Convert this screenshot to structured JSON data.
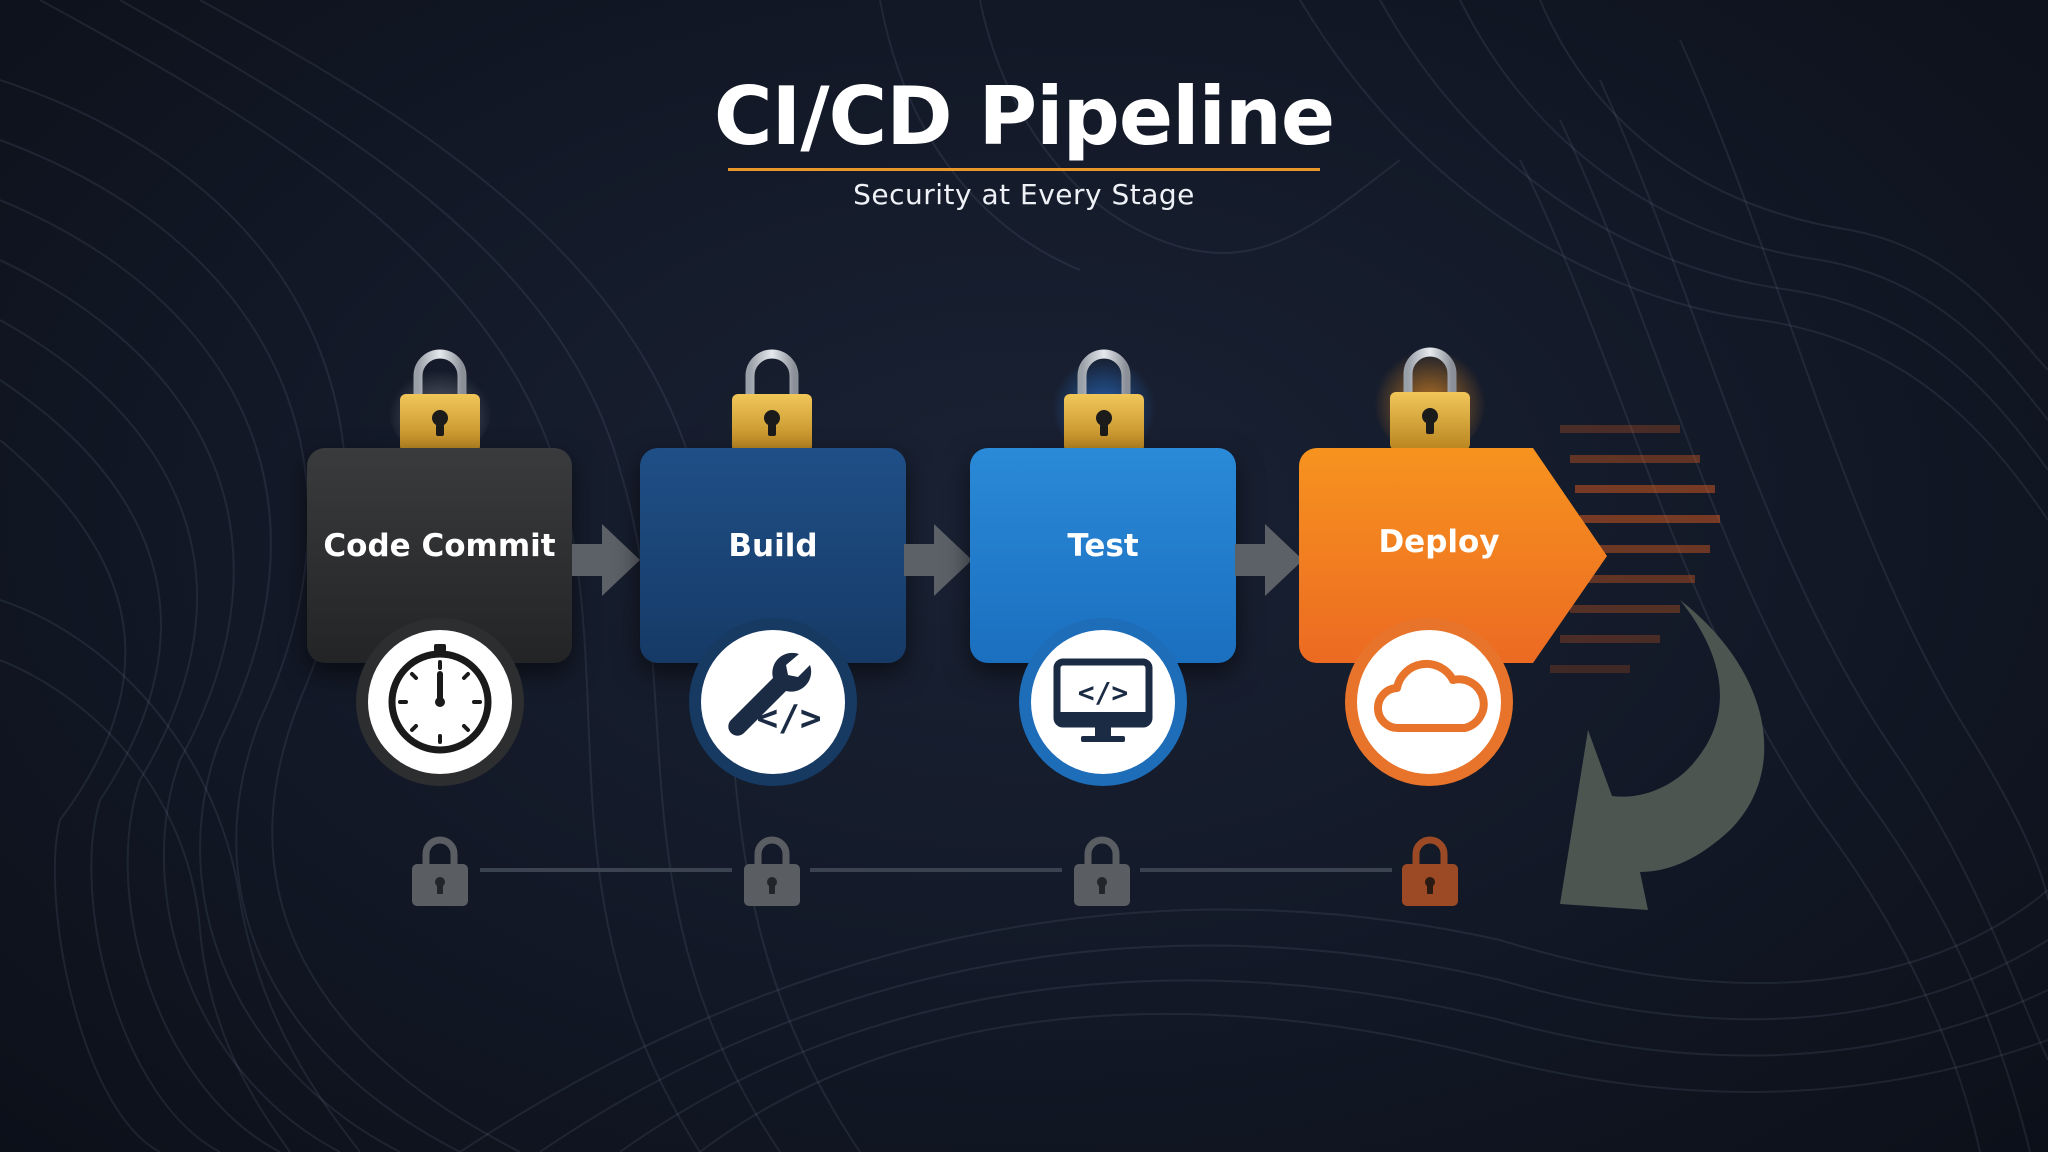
{
  "title": "CI/CD Pipeline",
  "subtitle": "Security at Every Stage",
  "colors": {
    "accent_rule": "#e9962b",
    "commit": "#2e2f31",
    "build": "#1b4476",
    "test": "#2280cf",
    "deploy": "#f07a1f",
    "lock_gold": "#d9a437"
  },
  "stages": [
    {
      "label": "Code Commit",
      "icon": "stopwatch-icon"
    },
    {
      "label": "Build",
      "icon": "wrench-code-icon"
    },
    {
      "label": "Test",
      "icon": "monitor-code-icon"
    },
    {
      "label": "Deploy",
      "icon": "cloud-icon"
    }
  ]
}
